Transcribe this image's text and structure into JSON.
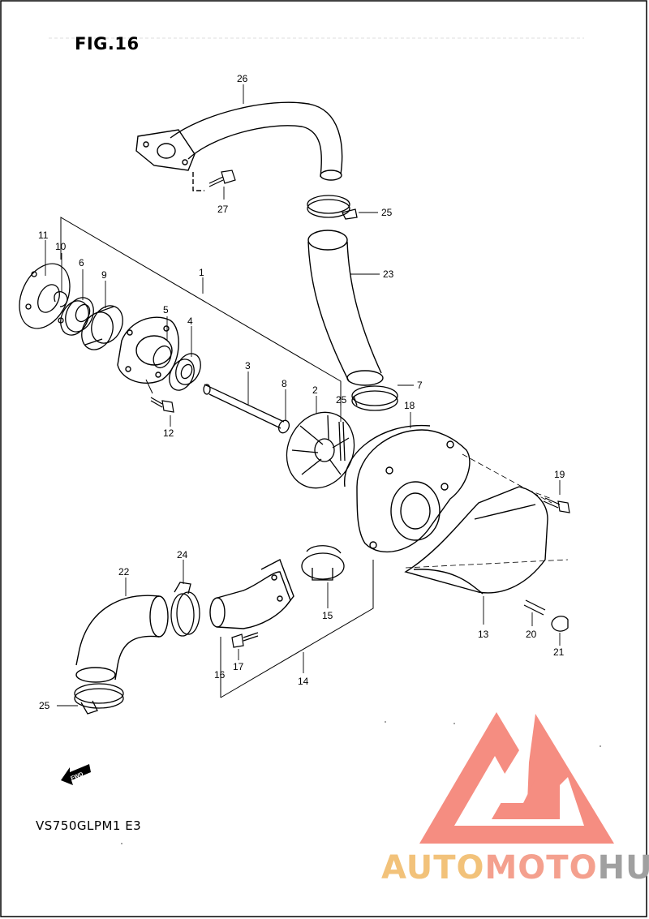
{
  "figure": {
    "title": "FIG.16",
    "model_code": "VS750GLPM1 E3"
  },
  "fwd_marker": "FWD",
  "callouts": [
    "26",
    "27",
    "25",
    "11",
    "10",
    "6",
    "9",
    "1",
    "23",
    "5",
    "4",
    "3",
    "8",
    "2",
    "7",
    "25",
    "12",
    "18",
    "19",
    "24",
    "22",
    "15",
    "13",
    "20",
    "16",
    "17",
    "14",
    "21",
    "25"
  ],
  "watermark": {
    "part1": "AUTO",
    "part2": "MOTO",
    "part3": "HUB",
    "colors": {
      "auto": "#f2c27a",
      "moto": "#f4a08e",
      "hub": "#a0a0a0",
      "logo": "#f47a6c"
    }
  }
}
